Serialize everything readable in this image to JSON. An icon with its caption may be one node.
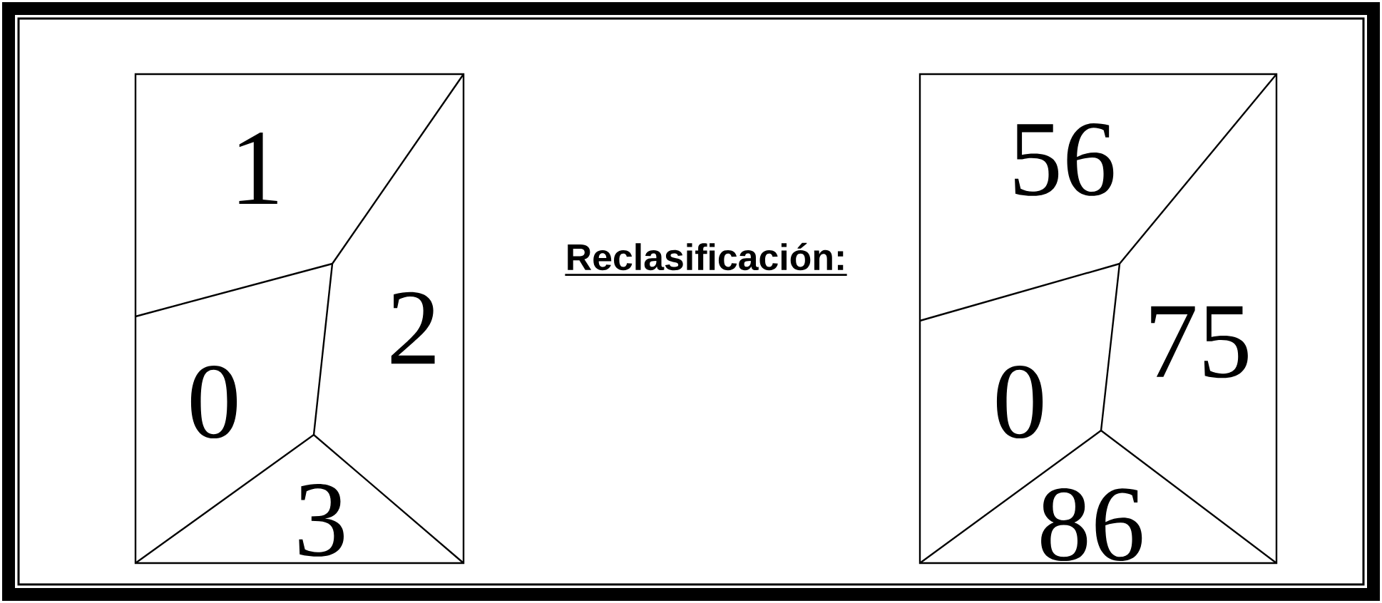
{
  "diagram": {
    "labels": [
      "1",
      "2",
      "0",
      "3",
      "Reclasificación:",
      "56",
      "75",
      "0",
      "86"
    ]
  }
}
